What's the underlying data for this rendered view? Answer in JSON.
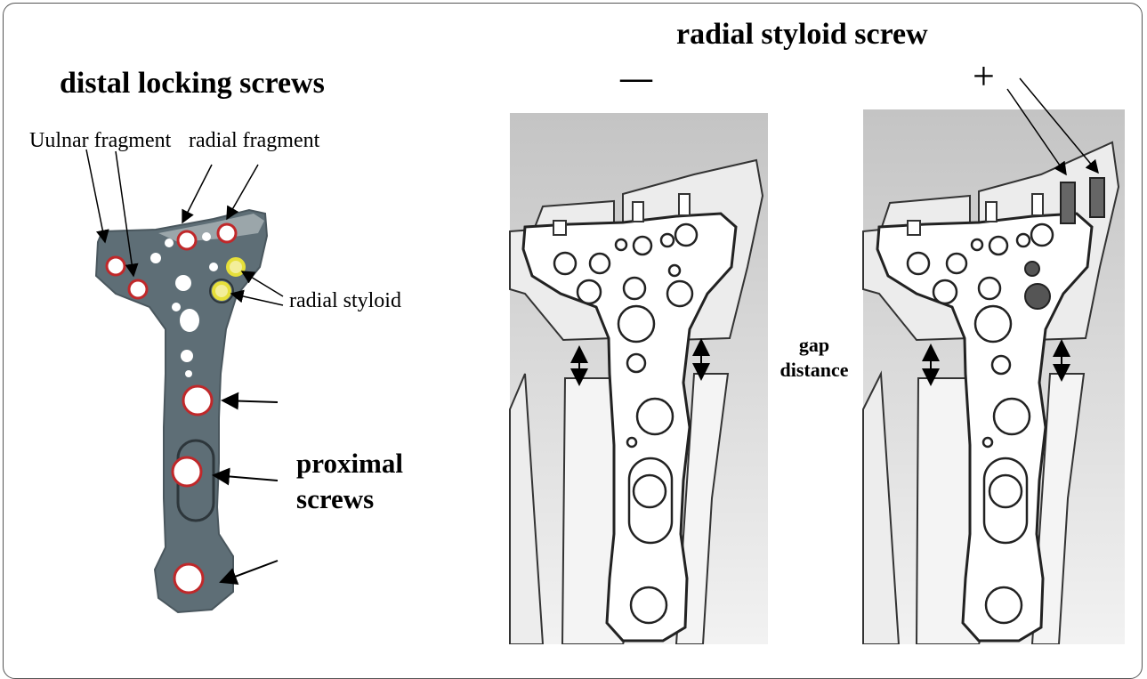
{
  "title_left": "distal locking screws",
  "title_right": "radial styloid screw",
  "label_ulnar": "Uulnar fragment",
  "label_radial": "radial fragment",
  "label_styloid": "radial styloid",
  "label_proximal_1": "proximal",
  "label_proximal_2": "screws",
  "label_gap_1": "gap",
  "label_gap_2": "distance",
  "sign_minus": "—",
  "sign_plus": "+",
  "colors": {
    "plate_left": "#5e6e76",
    "screw_ring": "#c0282a",
    "styloid_ring": "#e6df3a",
    "panel_bg": "#d2d2d2"
  }
}
